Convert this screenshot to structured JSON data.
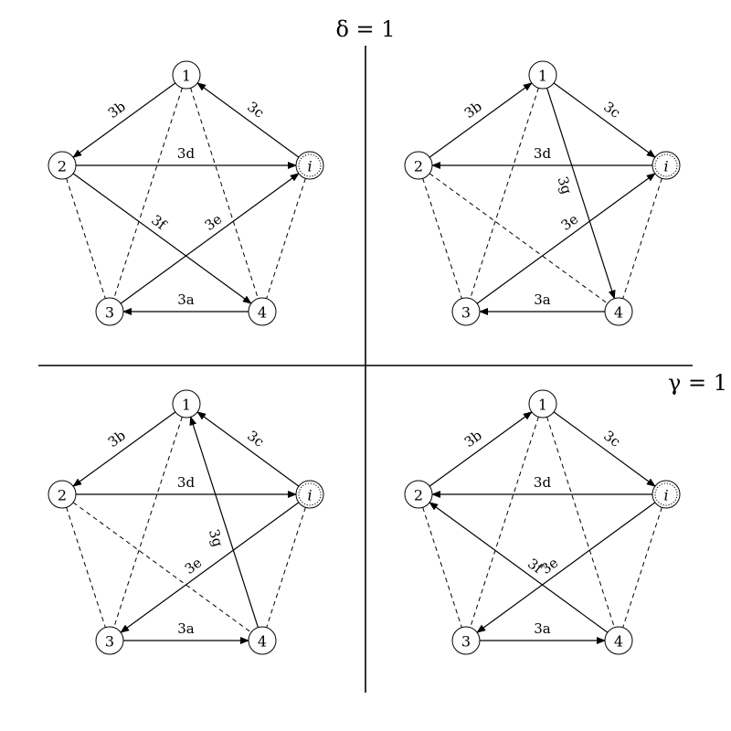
{
  "axes": {
    "delta_label": "δ = 1",
    "gamma_label": "γ = 1"
  },
  "node_labels": {
    "n1": "1",
    "n2": "2",
    "n3": "3",
    "n4": "4",
    "ni": "i"
  },
  "panels": [
    {
      "id": "top-left",
      "edges": [
        {
          "from": "1",
          "to": "2",
          "style": "arrow",
          "label": "3b"
        },
        {
          "from": "i",
          "to": "1",
          "style": "arrow",
          "label": "3c"
        },
        {
          "from": "2",
          "to": "i",
          "style": "arrow",
          "label": "3d"
        },
        {
          "from": "2",
          "to": "4",
          "style": "arrow",
          "label": "3f"
        },
        {
          "from": "3",
          "to": "i",
          "style": "arrow",
          "label": "3e"
        },
        {
          "from": "4",
          "to": "3",
          "style": "arrow",
          "label": "3a"
        },
        {
          "from": "1",
          "to": "3",
          "style": "dashed",
          "label": ""
        },
        {
          "from": "1",
          "to": "4",
          "style": "dashed",
          "label": ""
        },
        {
          "from": "2",
          "to": "3",
          "style": "dashed",
          "label": ""
        },
        {
          "from": "i",
          "to": "4",
          "style": "dashed",
          "label": ""
        }
      ]
    },
    {
      "id": "top-right",
      "edges": [
        {
          "from": "2",
          "to": "1",
          "style": "arrow",
          "label": "3b"
        },
        {
          "from": "1",
          "to": "i",
          "style": "arrow",
          "label": "3c"
        },
        {
          "from": "i",
          "to": "2",
          "style": "arrow",
          "label": "3d"
        },
        {
          "from": "1",
          "to": "4",
          "style": "arrow",
          "label": "3g"
        },
        {
          "from": "3",
          "to": "i",
          "style": "arrow",
          "label": "3e"
        },
        {
          "from": "4",
          "to": "3",
          "style": "arrow",
          "label": "3a"
        },
        {
          "from": "1",
          "to": "3",
          "style": "dashed",
          "label": ""
        },
        {
          "from": "2",
          "to": "3",
          "style": "dashed",
          "label": ""
        },
        {
          "from": "2",
          "to": "4",
          "style": "dashed",
          "label": ""
        },
        {
          "from": "i",
          "to": "4",
          "style": "dashed",
          "label": ""
        }
      ]
    },
    {
      "id": "bottom-left",
      "edges": [
        {
          "from": "1",
          "to": "2",
          "style": "arrow",
          "label": "3b"
        },
        {
          "from": "i",
          "to": "1",
          "style": "arrow",
          "label": "3c"
        },
        {
          "from": "2",
          "to": "i",
          "style": "arrow",
          "label": "3d"
        },
        {
          "from": "4",
          "to": "1",
          "style": "arrow",
          "label": "3g"
        },
        {
          "from": "i",
          "to": "3",
          "style": "arrow",
          "label": "3e"
        },
        {
          "from": "3",
          "to": "4",
          "style": "arrow",
          "label": "3a"
        },
        {
          "from": "1",
          "to": "3",
          "style": "dashed",
          "label": ""
        },
        {
          "from": "2",
          "to": "3",
          "style": "dashed",
          "label": ""
        },
        {
          "from": "2",
          "to": "4",
          "style": "dashed",
          "label": ""
        },
        {
          "from": "i",
          "to": "4",
          "style": "dashed",
          "label": ""
        }
      ]
    },
    {
      "id": "bottom-right",
      "edges": [
        {
          "from": "2",
          "to": "1",
          "style": "arrow",
          "label": "3b"
        },
        {
          "from": "1",
          "to": "i",
          "style": "arrow",
          "label": "3c"
        },
        {
          "from": "i",
          "to": "2",
          "style": "arrow",
          "label": "3d"
        },
        {
          "from": "4",
          "to": "2",
          "style": "arrow",
          "label": "3f"
        },
        {
          "from": "i",
          "to": "3",
          "style": "arrow",
          "label": "3e"
        },
        {
          "from": "3",
          "to": "4",
          "style": "arrow",
          "label": "3a"
        },
        {
          "from": "1",
          "to": "3",
          "style": "dashed",
          "label": ""
        },
        {
          "from": "1",
          "to": "4",
          "style": "dashed",
          "label": ""
        },
        {
          "from": "2",
          "to": "3",
          "style": "dashed",
          "label": ""
        },
        {
          "from": "i",
          "to": "4",
          "style": "dashed",
          "label": ""
        }
      ]
    }
  ]
}
